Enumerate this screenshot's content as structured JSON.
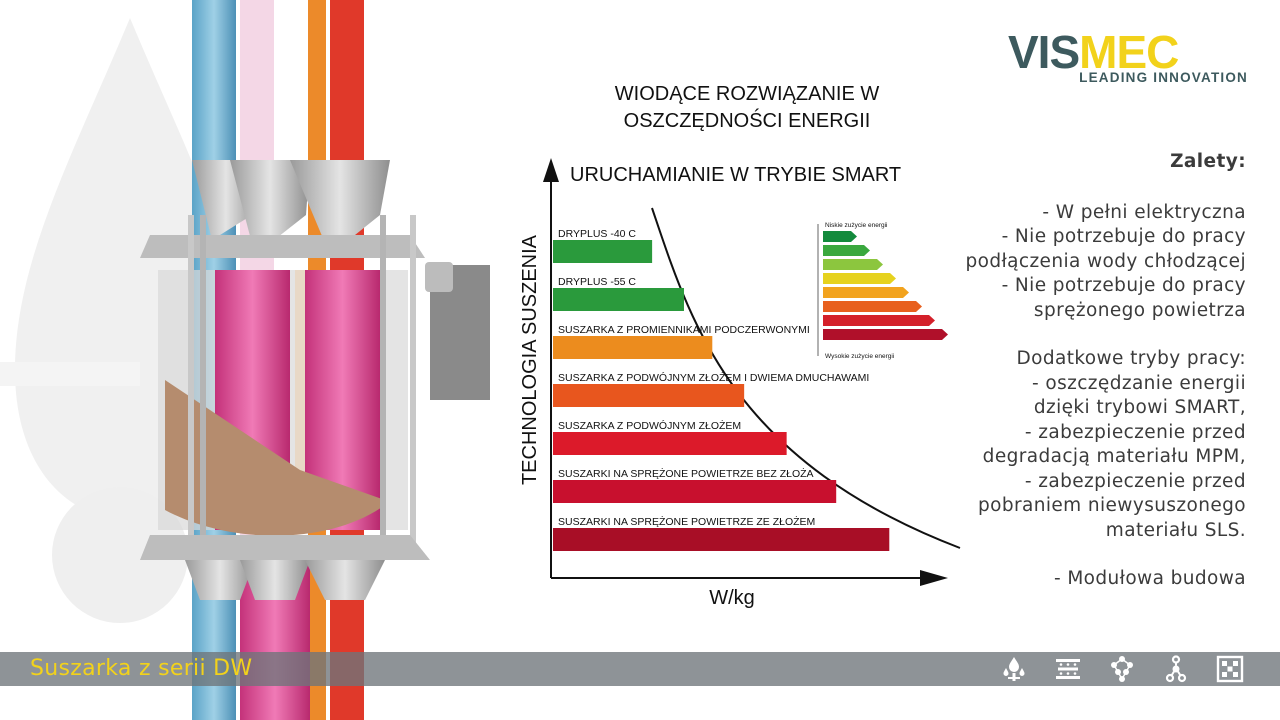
{
  "logo": {
    "brand_left": "VIS",
    "brand_right": "MEC",
    "tagline": "LEADING INNOVATION"
  },
  "chart_data": {
    "type": "bar",
    "orientation": "horizontal",
    "title_lines": [
      "WIODĄCE ROZWIĄZANIE W",
      "OSZCZĘDNOŚCI ENERGII"
    ],
    "subtitle": "URUCHAMIANIE W TRYBIE SMART",
    "xlabel": "W/kg",
    "ylabel": "TECHNOLOGIA SUSZENIA",
    "xlim": [
      0,
      100
    ],
    "categories": [
      "DRYPLUS -40 C",
      "DRYPLUS -55 C",
      "SUSZARKA Z PROMIENNIKAMI PODCZERWONYMI",
      "SUSZARKA Z PODWÓJNYM ZŁOŻEM I DWIEMA DMUCHAWAMI",
      "SUSZARKA Z PODWÓJNYM ZŁOŻEM",
      "SUSZARKI NA SPRĘŻONE POWIETRZE BEZ ZŁOŻA",
      "SUSZARKI NA SPRĘŻONE POWIETRZE ZE ZŁOŻEM"
    ],
    "values": [
      28,
      37,
      45,
      54,
      66,
      80,
      95
    ],
    "colors": [
      "#2a9a3c",
      "#2a9a3c",
      "#ec8c1e",
      "#e8561e",
      "#dc1a2a",
      "#c8102e",
      "#a80e26"
    ],
    "grid": false,
    "energy_scale": {
      "top_label": "Niskie zużycie energii",
      "bottom_label": "Wysokie zużycie energii",
      "colors": [
        "#138a3c",
        "#3aa83e",
        "#8cc63e",
        "#e6d21e",
        "#f2a31e",
        "#e8601e",
        "#d4202a",
        "#b0102a"
      ]
    }
  },
  "panel": {
    "heading": "Zalety:",
    "group1": [
      "- W pełni elektryczna",
      "- Nie potrzebuje do pracy",
      "podłączenia wody chłodzącej",
      "- Nie potrzebuje do pracy",
      "sprężonego powietrza"
    ],
    "group2": [
      "Dodatkowe tryby pracy:",
      "- oszczędzanie energii",
      "dzięki trybowi SMART,",
      "- zabezpieczenie przed",
      "degradacją materiału MPM,",
      "- zabezpieczenie przed",
      "pobraniem niewysuszonego",
      "materiału SLS."
    ],
    "group3": [
      "- Modułowa budowa"
    ]
  },
  "bottom_bar": {
    "title": "Suszarka z serii DW",
    "icons": [
      "droplets-icon",
      "heat-exchanger-icon",
      "molecule-icon",
      "chain-icon",
      "grid-icon"
    ]
  }
}
